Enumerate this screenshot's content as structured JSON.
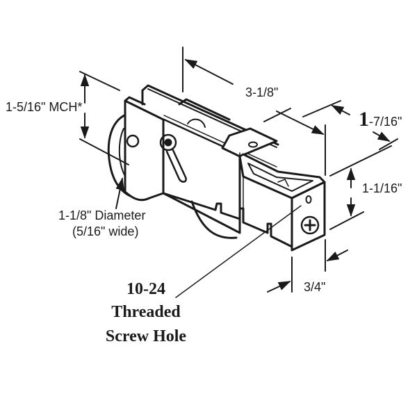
{
  "diagram": {
    "subject": "Sliding door roller assembly",
    "dimensions": {
      "mch": "1-5/16\" MCH*",
      "length": "3-1/8\"",
      "width_big": "1",
      "width_rest": "-7/16\"",
      "height": "1-1/16\"",
      "depth": "3/4\""
    },
    "wheel": {
      "line1": "1-1/8\" Diameter",
      "line2": "(5/16\" wide)"
    },
    "screw_hole": {
      "line1": "10-24",
      "line2": "Threaded",
      "line3": "Screw Hole"
    },
    "colors": {
      "ink": "#1a1a1a",
      "background": "#ffffff"
    }
  }
}
